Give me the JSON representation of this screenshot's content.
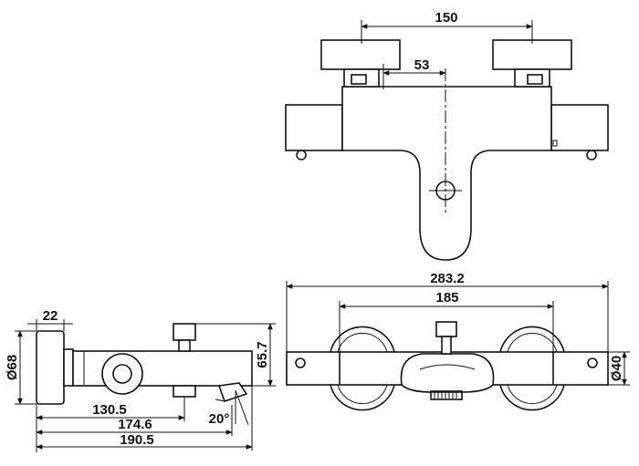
{
  "dimensions": {
    "top_width": "150",
    "top_offset": "53",
    "front_overall": "283.2",
    "front_centers": "185",
    "front_height": "Ø40",
    "side_depth": "22",
    "side_diameter": "Ø68",
    "side_height": "65.7",
    "side_len_1": "130.5",
    "side_len_2": "174.6",
    "side_len_3": "190.5",
    "spout_angle": "20°"
  }
}
